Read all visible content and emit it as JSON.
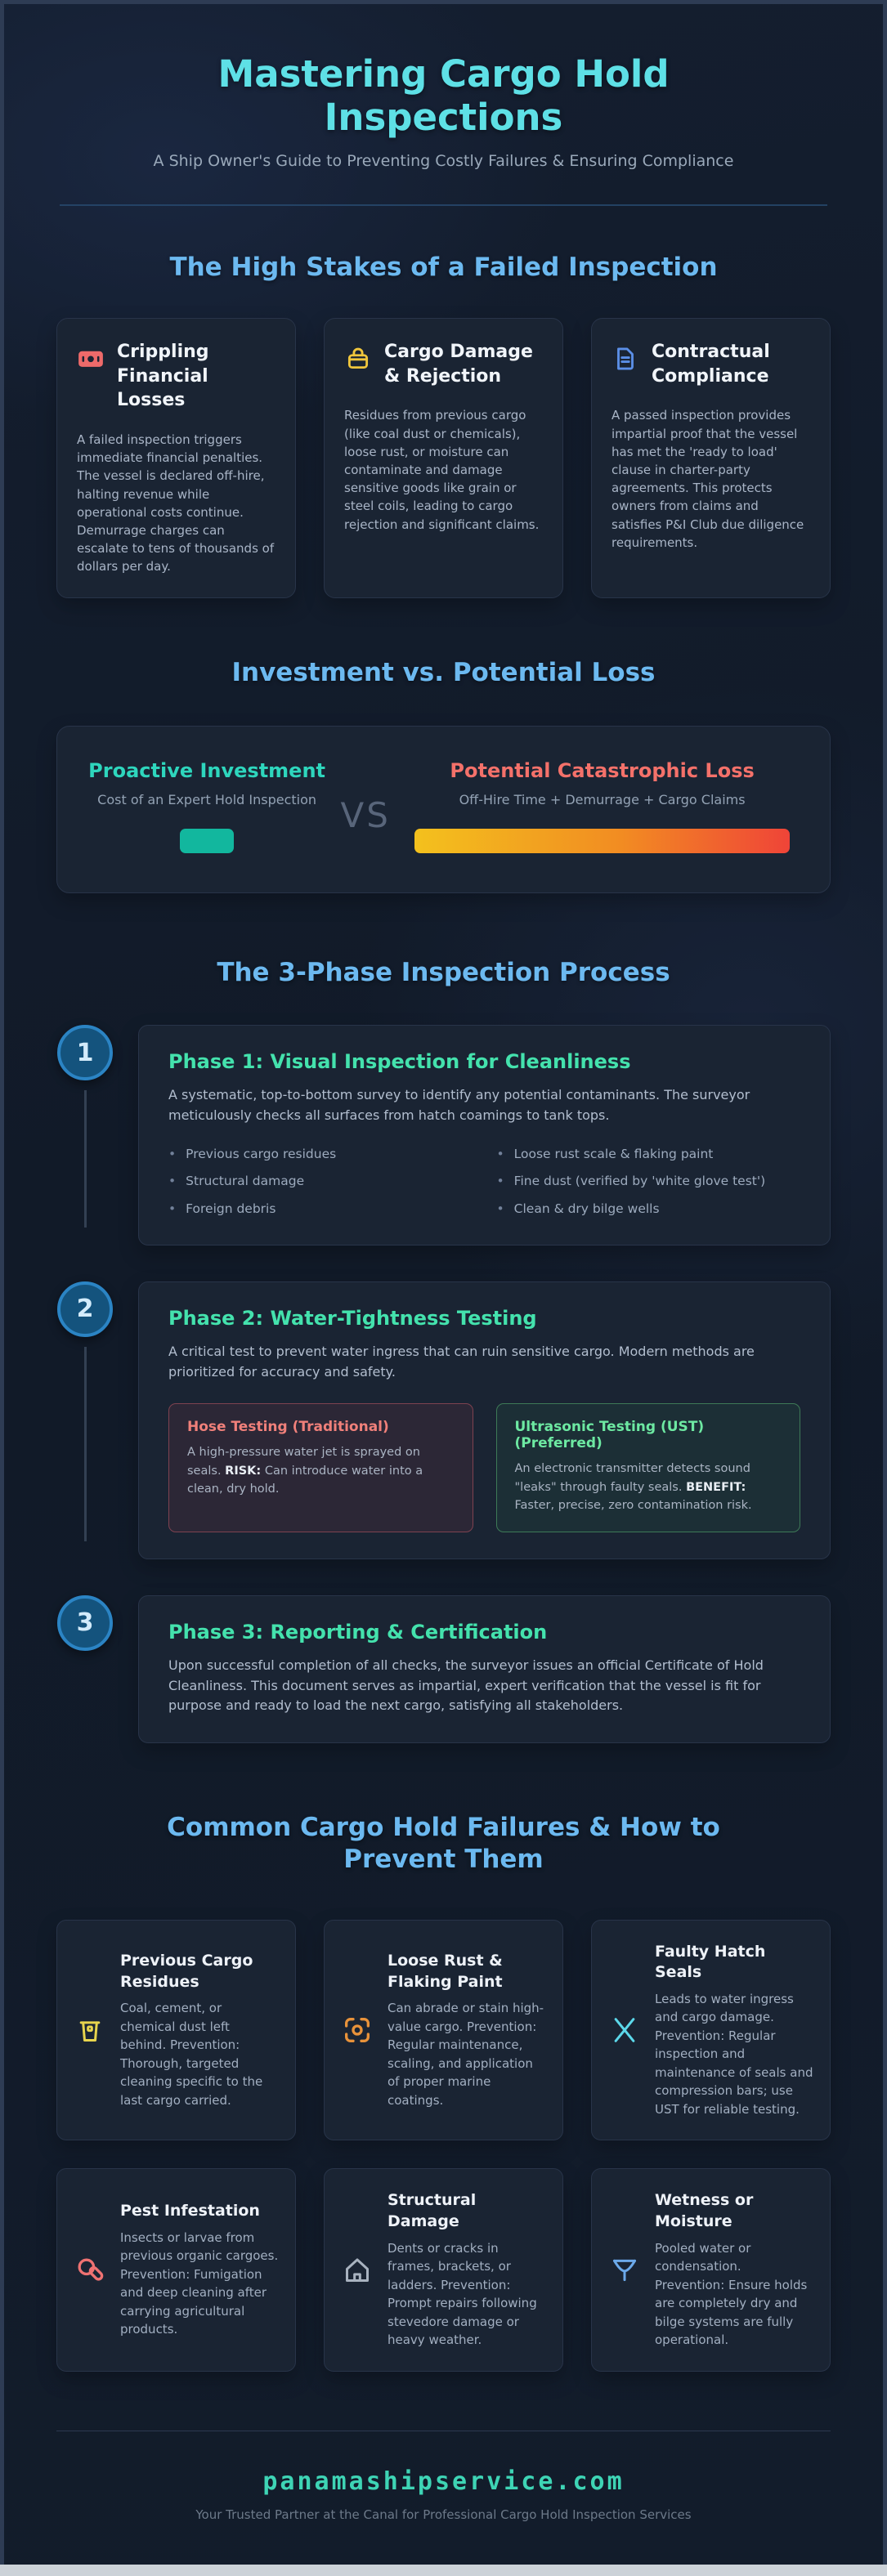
{
  "header": {
    "title": "Mastering Cargo Hold Inspections",
    "subtitle": "A Ship Owner's Guide to Preventing Costly Failures & Ensuring Compliance"
  },
  "colors": {
    "title_cyan": "#5ee0e6",
    "heading_blue": "#6cb9f0",
    "phase_mint": "#44e2ad",
    "invest_teal": "#12b79e",
    "loss_red": "#ef4438",
    "loss_yellow": "#f3c11d"
  },
  "stakes": {
    "heading": "The High Stakes of a Failed Inspection",
    "cards": [
      {
        "icon": "banknote-icon",
        "title": "Crippling Financial Losses",
        "body": "A failed inspection triggers immediate financial penalties. The vessel is declared off-hire, halting revenue while operational costs continue. Demurrage charges can escalate to tens of thousands of dollars per day."
      },
      {
        "icon": "cargo-bag-icon",
        "title": "Cargo Damage & Rejection",
        "body": "Residues from previous cargo (like coal dust or chemicals), loose rust, or moisture can contaminate and damage sensitive goods like grain or steel coils, leading to cargo rejection and significant claims."
      },
      {
        "icon": "document-icon",
        "title": "Contractual Compliance",
        "body": "A passed inspection provides impartial proof that the vessel has met the 'ready to load' clause in charter-party agreements. This protects owners from claims and satisfies P&I Club due diligence requirements."
      }
    ]
  },
  "comparison": {
    "heading": "Investment vs. Potential Loss",
    "vs_label": "VS",
    "left": {
      "title": "Proactive Investment",
      "caption": "Cost of an Expert Hold Inspection"
    },
    "right": {
      "title": "Potential Catastrophic Loss",
      "caption": "Off-Hire Time + Demurrage + Cargo Claims"
    }
  },
  "process": {
    "heading": "The 3-Phase Inspection Process",
    "phases": [
      {
        "number": "1",
        "title": "Phase 1: Visual Inspection for Cleanliness",
        "body": "A systematic, top-to-bottom survey to identify any potential contaminants. The surveyor meticulously checks all surfaces from hatch coamings to tank tops.",
        "checklist_left": [
          "Previous cargo residues",
          "Structural damage",
          "Foreign debris"
        ],
        "checklist_right": [
          "Loose rust scale & flaking paint",
          "Fine dust (verified by 'white glove test')",
          "Clean & dry bilge wells"
        ]
      },
      {
        "number": "2",
        "title": "Phase 2: Water-Tightness Testing",
        "body": "A critical test to prevent water ingress that can ruin sensitive cargo. Modern methods are prioritized for accuracy and safety.",
        "methods": [
          {
            "title": "Hose Testing (Traditional)",
            "body_prefix": "A high-pressure water jet is sprayed on seals. ",
            "label": "RISK:",
            "body_suffix": " Can introduce water into a clean, dry hold."
          },
          {
            "title": "Ultrasonic Testing (UST) (Preferred)",
            "body_prefix": "An electronic transmitter detects sound \"leaks\" through faulty seals. ",
            "label": "BENEFIT:",
            "body_suffix": " Faster, precise, zero contamination risk."
          }
        ]
      },
      {
        "number": "3",
        "title": "Phase 3: Reporting & Certification",
        "body": "Upon successful completion of all checks, the surveyor issues an official Certificate of Hold Cleanliness. This document serves as impartial, expert verification that the vessel is fit for purpose and ready to load the next cargo, satisfying all stakeholders."
      }
    ]
  },
  "failures": {
    "heading": "Common Cargo Hold Failures & How to Prevent Them",
    "cards": [
      {
        "icon": "trash-icon",
        "title": "Previous Cargo Residues",
        "body": "Coal, cement, or chemical dust left behind. Prevention: Thorough, targeted cleaning specific to the last cargo carried."
      },
      {
        "icon": "focus-target-icon",
        "title": "Loose Rust & Flaking Paint",
        "body": "Can abrade or stain high-value cargo. Prevention: Regular maintenance, scaling, and application of proper marine coatings."
      },
      {
        "icon": "x-icon",
        "title": "Faulty Hatch Seals",
        "body": "Leads to water ingress and cargo damage. Prevention: Regular inspection and maintenance of seals and compression bars; use UST for reliable testing."
      },
      {
        "icon": "pest-icon",
        "title": "Pest Infestation",
        "body": "Insects or larvae from previous organic cargoes. Prevention: Fumigation and deep cleaning after carrying agricultural products."
      },
      {
        "icon": "house-icon",
        "title": "Structural Damage",
        "body": "Dents or cracks in frames, brackets, or ladders. Prevention: Prompt repairs following stevedore damage or heavy weather."
      },
      {
        "icon": "funnel-icon",
        "title": "Wetness or Moisture",
        "body": "Pooled water or condensation. Prevention: Ensure holds are completely dry and bilge systems are fully operational."
      }
    ]
  },
  "footer": {
    "domain": "panamashipservice.com",
    "tagline": "Your Trusted Partner at the Canal for Professional Cargo Hold Inspection Services"
  }
}
